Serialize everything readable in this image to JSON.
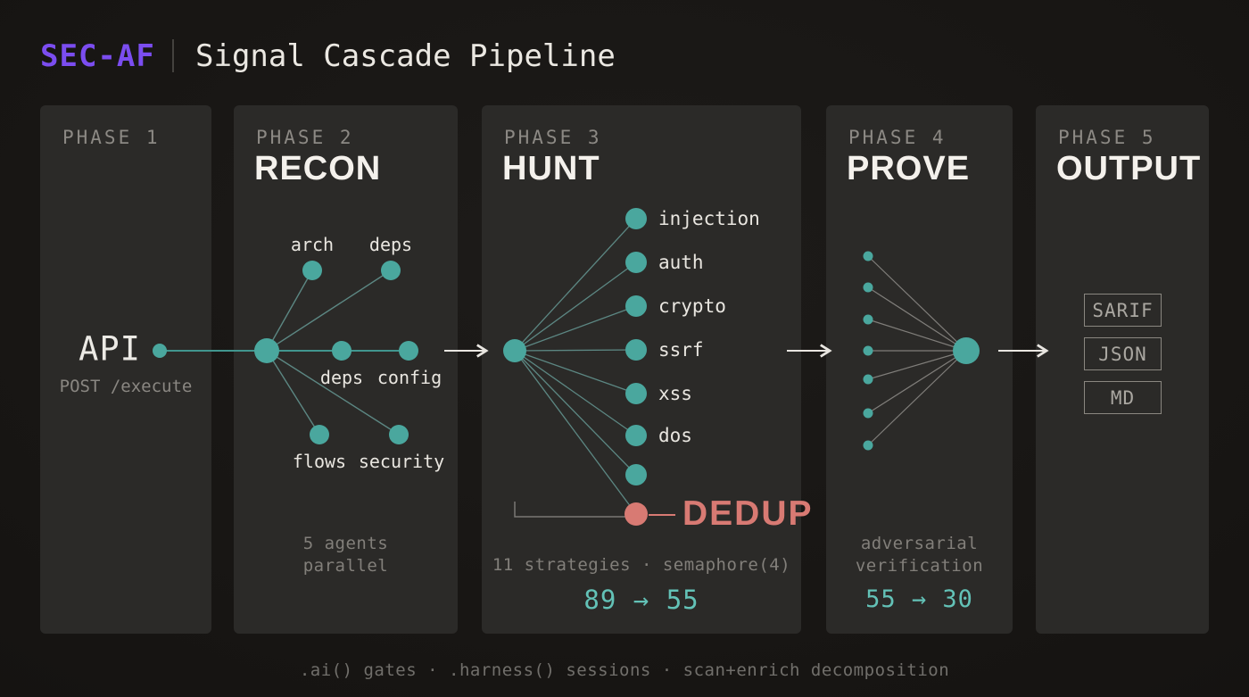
{
  "header": {
    "brand": "SEC-AF",
    "title": "Signal Cascade Pipeline"
  },
  "colors": {
    "teal": "#4aa79e",
    "stat_teal": "#63c2b7",
    "salmon": "#d87a73",
    "purple": "#7b4df0"
  },
  "phases": {
    "p1": {
      "label": "PHASE 1",
      "api_name": "API",
      "api_sub": "POST /execute"
    },
    "p2": {
      "label": "PHASE 2",
      "title": "RECON",
      "nodes": {
        "arch": "arch",
        "deps_top": "deps",
        "deps_mid": "deps",
        "config": "config",
        "flows": "flows",
        "security": "security"
      },
      "caption1": "5 agents",
      "caption2": "parallel"
    },
    "p3": {
      "label": "PHASE 3",
      "title": "HUNT",
      "strategies": [
        "injection",
        "auth",
        "crypto",
        "ssrf",
        "xss",
        "dos"
      ],
      "dedup": "DEDUP",
      "caption": "11 strategies · semaphore(4)",
      "stat": "89 → 55"
    },
    "p4": {
      "label": "PHASE 4",
      "title": "PROVE",
      "caption1": "adversarial",
      "caption2": "verification",
      "stat": "55 → 30"
    },
    "p5": {
      "label": "PHASE 5",
      "title": "OUTPUT",
      "formats": [
        "SARIF",
        "JSON",
        "MD"
      ]
    }
  },
  "footer": ".ai() gates · .harness() sessions · scan+enrich decomposition"
}
